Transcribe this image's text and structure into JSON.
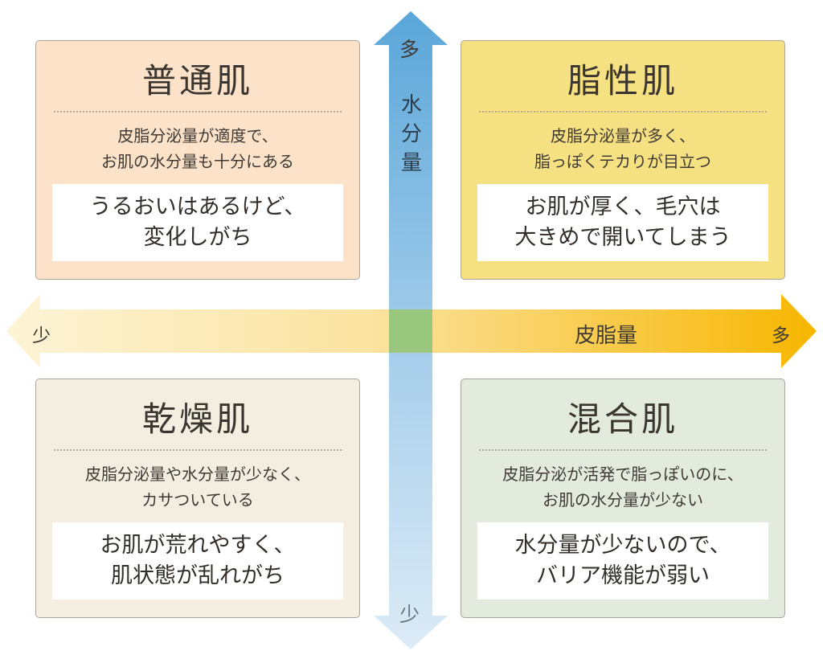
{
  "axes": {
    "vertical": {
      "label": "水分量",
      "top": "多",
      "bottom": "少"
    },
    "horizontal": {
      "label": "皮脂量",
      "left": "少",
      "right": "多"
    }
  },
  "quadrants": {
    "top_left": {
      "title": "普通肌",
      "description": [
        "皮脂分泌量が適度で、",
        "お肌の水分量も十分にある"
      ],
      "note": [
        "うるおいはあるけど、",
        "変化しがち"
      ],
      "bg": "#fbe2c8"
    },
    "top_right": {
      "title": "脂性肌",
      "description": [
        "皮脂分泌量が多く、",
        "脂っぽくテカりが目立つ"
      ],
      "note": [
        "お肌が厚く、毛穴は",
        "大きめで開いてしまう"
      ],
      "bg": "#f5e181"
    },
    "bottom_left": {
      "title": "乾燥肌",
      "description": [
        "皮脂分泌量や水分量が少なく、",
        "カサついている"
      ],
      "note": [
        "お肌が荒れやすく、",
        "肌状態が乱れがち"
      ],
      "bg": "#f3eee0"
    },
    "bottom_right": {
      "title": "混合肌",
      "description": [
        "皮脂分泌が活発で脂っぽいのに、",
        "お肌の水分量が少ない"
      ],
      "note": [
        "水分量が少ないので、",
        "バリア機能が弱い"
      ],
      "bg": "#e2ebde"
    }
  },
  "colors": {
    "vertical_arrow_top": "#5aa6d9",
    "vertical_arrow_bottom": "#d2e6f4",
    "horizontal_arrow_left": "#fcefc2",
    "horizontal_arrow_right": "#f7b600",
    "border": "#aaa49c"
  }
}
